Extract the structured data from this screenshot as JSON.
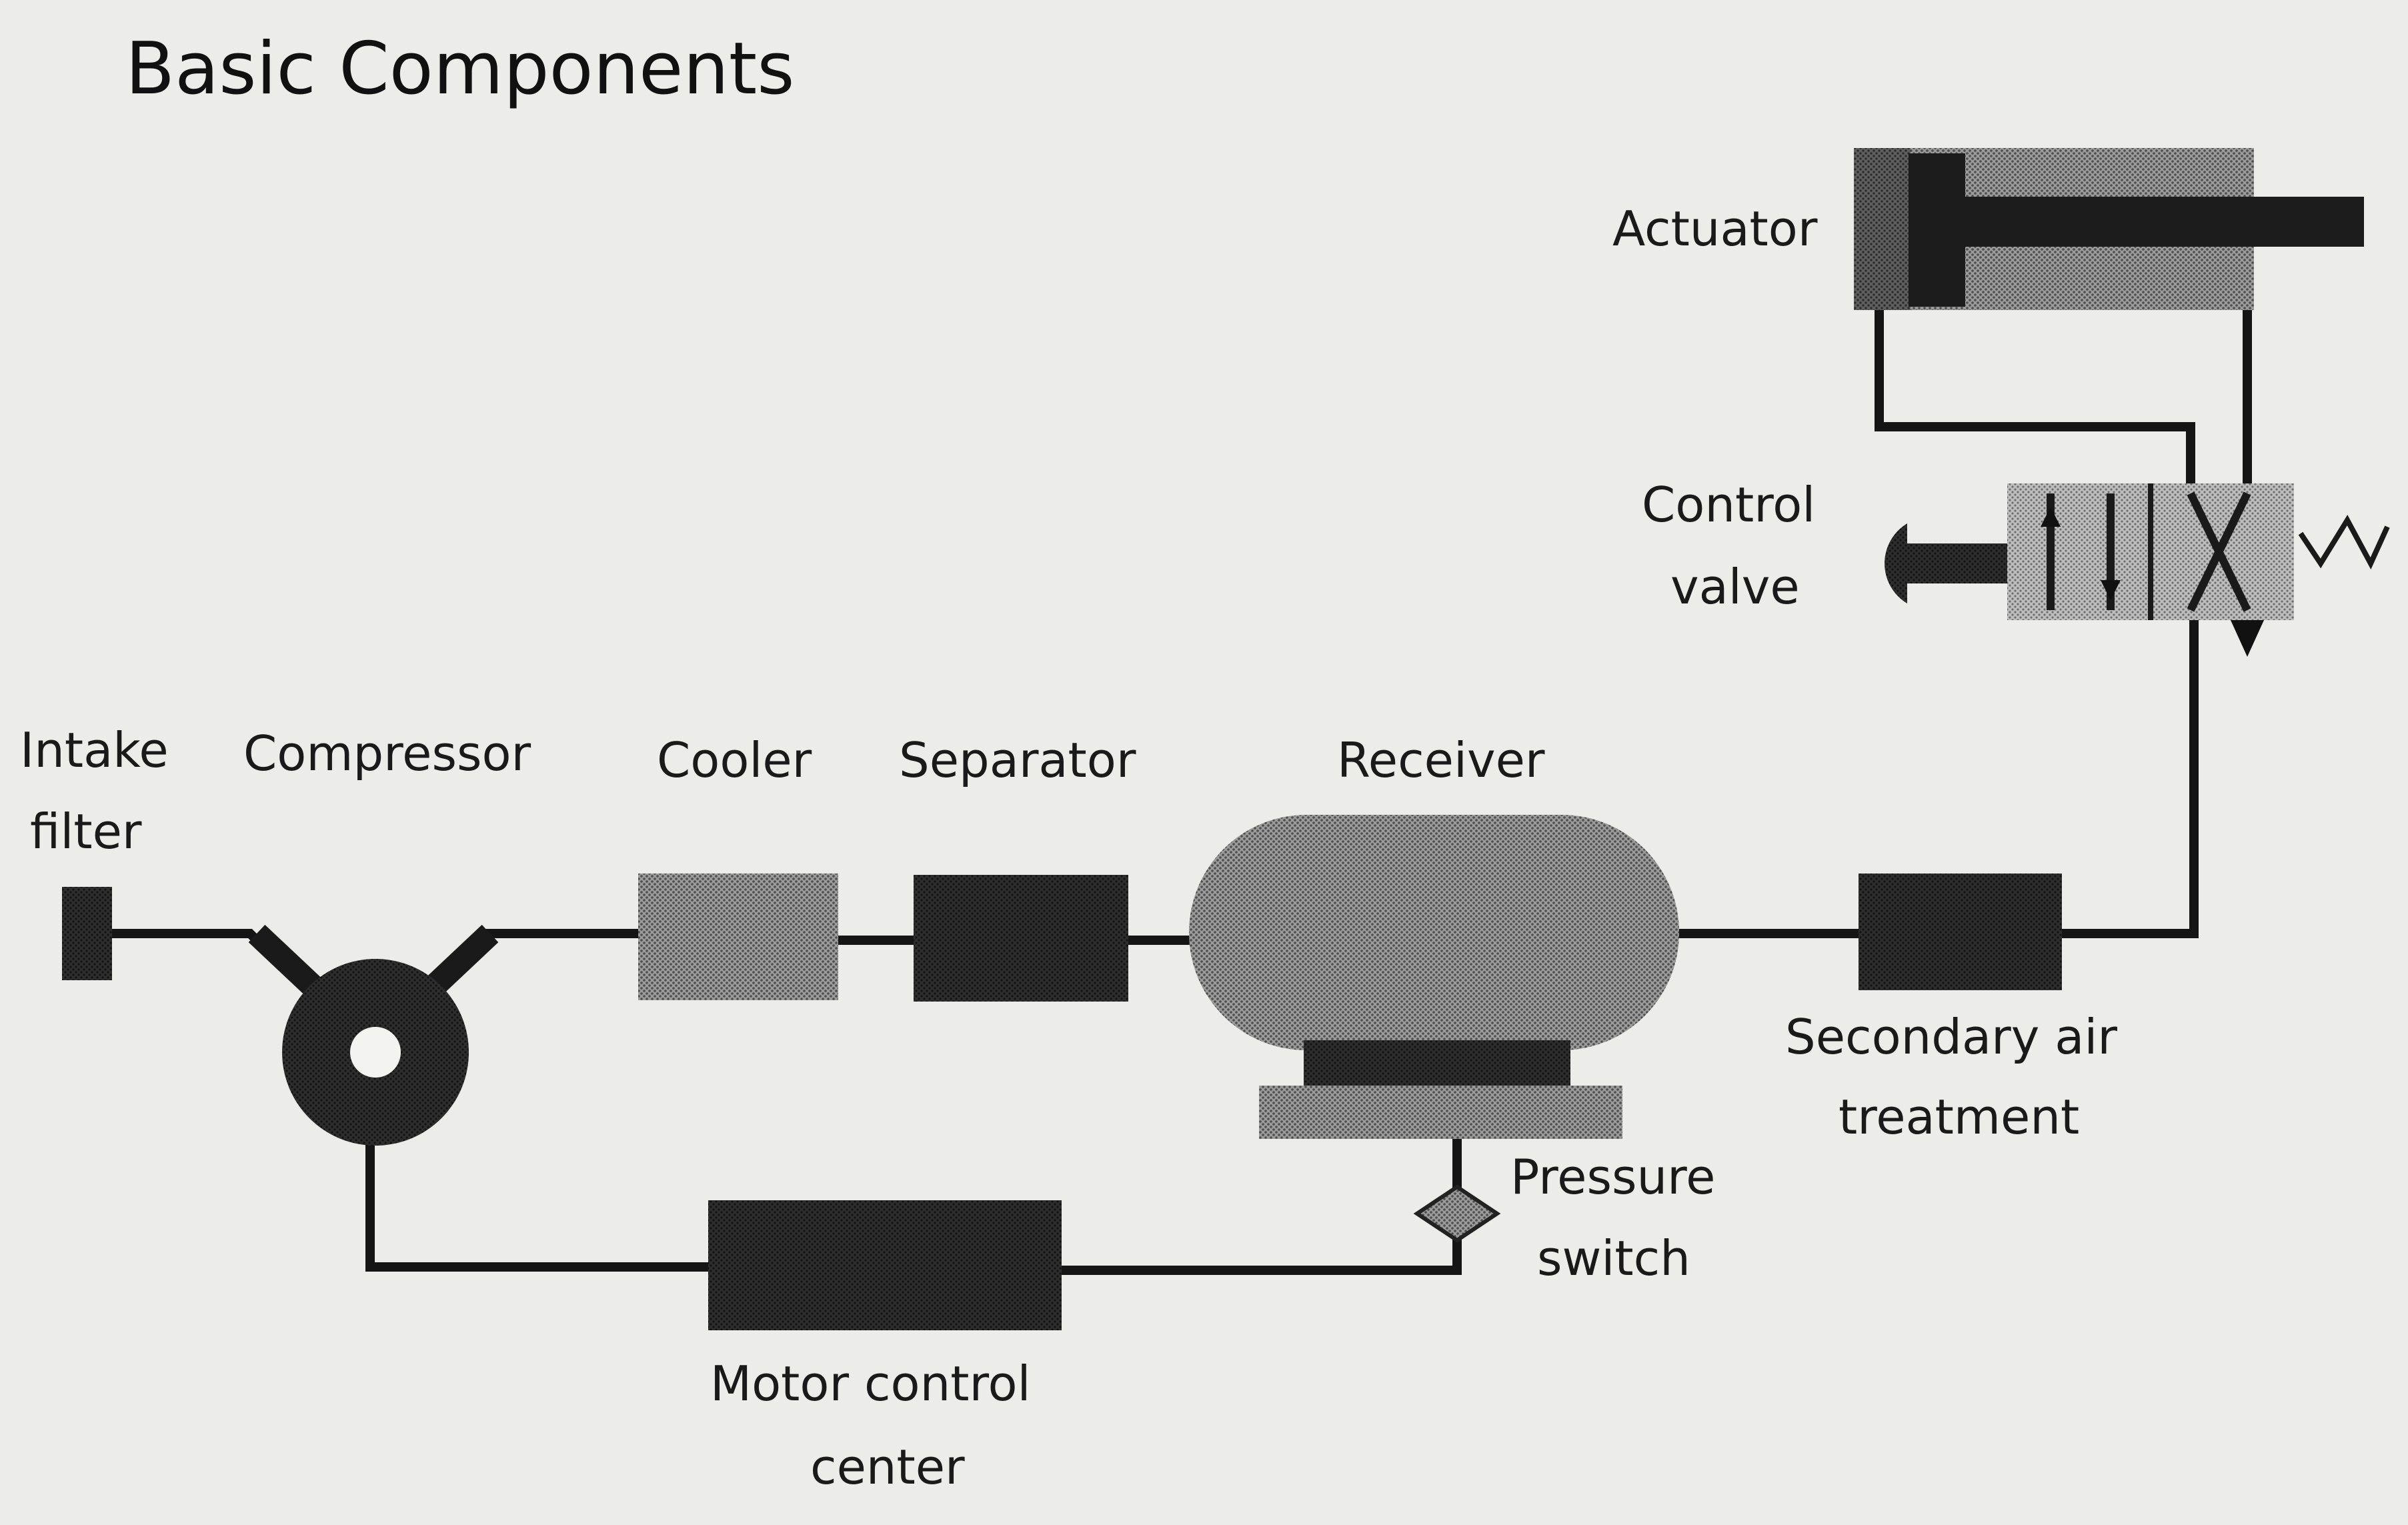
{
  "title": "Basic Components",
  "labels": {
    "intake_filter": [
      "Intake",
      "filter"
    ],
    "compressor": "Compressor",
    "cooler": "Cooler",
    "separator": "Separator",
    "receiver": "Receiver",
    "secondary_air_treatment": [
      "Secondary air",
      "treatment"
    ],
    "pressure_switch": [
      "Pressure",
      "switch"
    ],
    "motor_control_center": [
      "Motor control",
      "center"
    ],
    "control_valve": [
      "Control",
      "valve"
    ],
    "actuator": "Actuator"
  },
  "colors": {
    "background": "#ecece9",
    "dark_component": "#2a2a2a",
    "medium_component": "#8c8c8c",
    "light_component": "#b5b5b5",
    "pipe": "#151515"
  }
}
